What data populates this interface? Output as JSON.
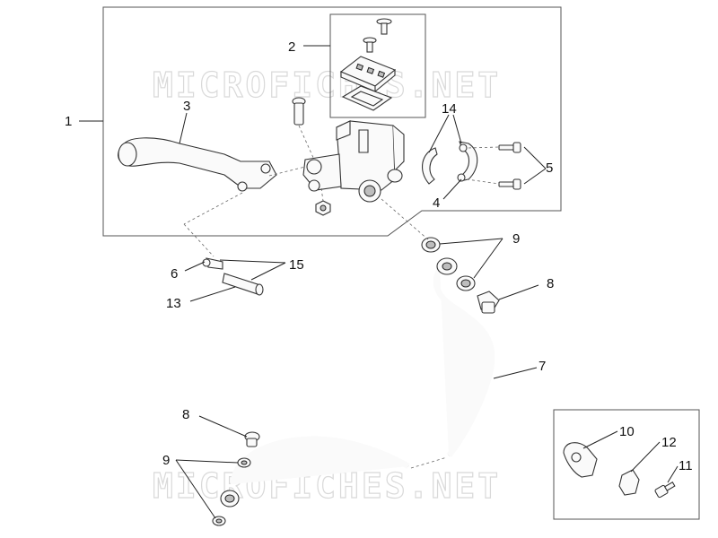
{
  "watermark": "MICROFICHES.NET",
  "callouts": {
    "c1": "1",
    "c2": "2",
    "c3": "3",
    "c4": "4",
    "c5": "5",
    "c6": "6",
    "c7": "7",
    "c8a": "8",
    "c8b": "8",
    "c9a": "9",
    "c9b": "9",
    "c10": "10",
    "c11": "11",
    "c12": "12",
    "c13": "13",
    "c14": "14",
    "c15": "15"
  }
}
